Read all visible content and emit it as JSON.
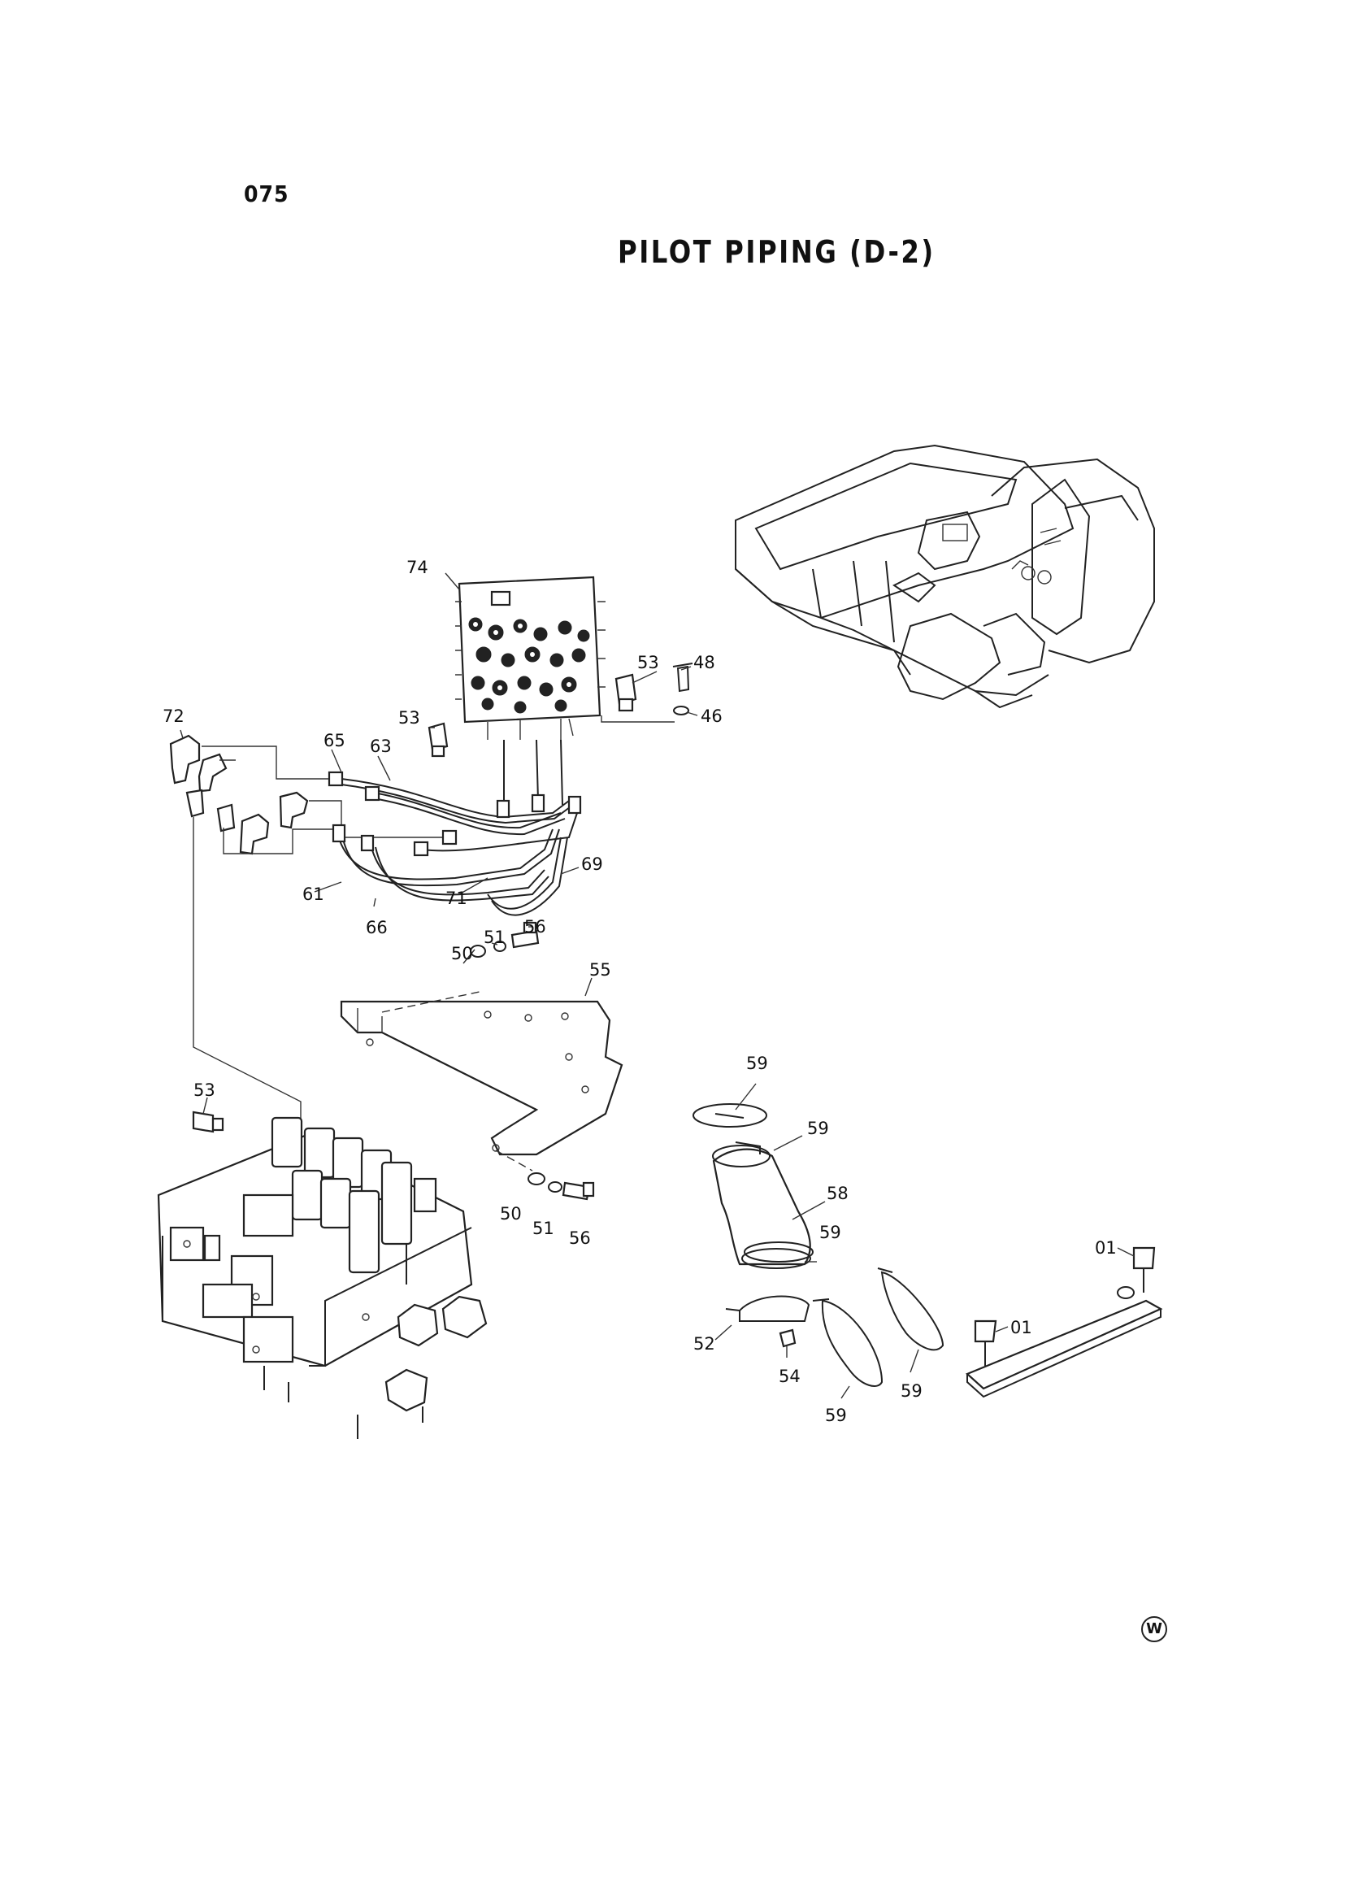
{
  "page_number": "075",
  "title": "PILOT PIPING (D-2)",
  "corner_mark": "W",
  "callouts": [
    "74",
    "53",
    "48",
    "46",
    "72",
    "65",
    "63",
    "53",
    "61",
    "66",
    "71",
    "69",
    "50",
    "51",
    "56",
    "55",
    "53",
    "50",
    "51",
    "56",
    "59",
    "59",
    "58",
    "59",
    "52",
    "54",
    "59",
    "59",
    "01",
    "01"
  ]
}
